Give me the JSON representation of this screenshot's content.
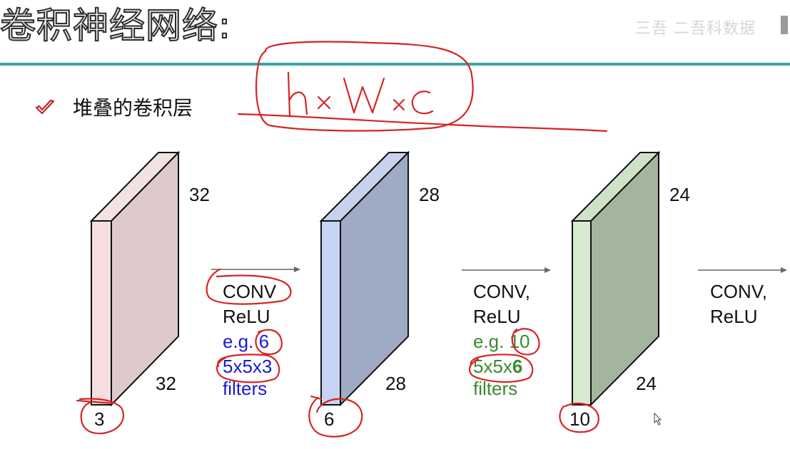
{
  "slide": {
    "title": "卷积神经网络:",
    "watermark": "三吾 二吾科数据"
  },
  "bullet": {
    "icon": "check-icon",
    "text": "堆叠的卷积层"
  },
  "annotation": {
    "handwriting": "h×W×c",
    "ink_color": "#d62424"
  },
  "volumes": [
    {
      "height_label": "32",
      "width_label": "32",
      "depth_label": "3",
      "front_color": "#f7dede",
      "side_color": "#decaca",
      "top_color": "#f2e2e2"
    },
    {
      "height_label": "28",
      "width_label": "28",
      "depth_label": "6",
      "front_color": "#c7d3f3",
      "side_color": "#9faac4",
      "top_color": "#c8d2ee"
    },
    {
      "height_label": "24",
      "width_label": "24",
      "depth_label": "10",
      "front_color": "#d6ead1",
      "side_color": "#a5b49e",
      "top_color": "#cfe2c8"
    }
  ],
  "operations": [
    {
      "line1": "CONV",
      "line2": "ReLU",
      "line3": "e.g. 6",
      "line4": "5x5x3",
      "line5": "filters",
      "color": "#1a1ad6"
    },
    {
      "line1": "CONV,",
      "line2": "ReLU",
      "line3": "e.g. 10",
      "line4_prefix": "5x5x",
      "line4_bold": "6",
      "line5": "filters",
      "color": "#3b8a2e"
    },
    {
      "line1": "CONV,",
      "line2": "ReLU"
    }
  ],
  "colors": {
    "accent_rule": "#3ea3a8",
    "edge": "#111111"
  }
}
